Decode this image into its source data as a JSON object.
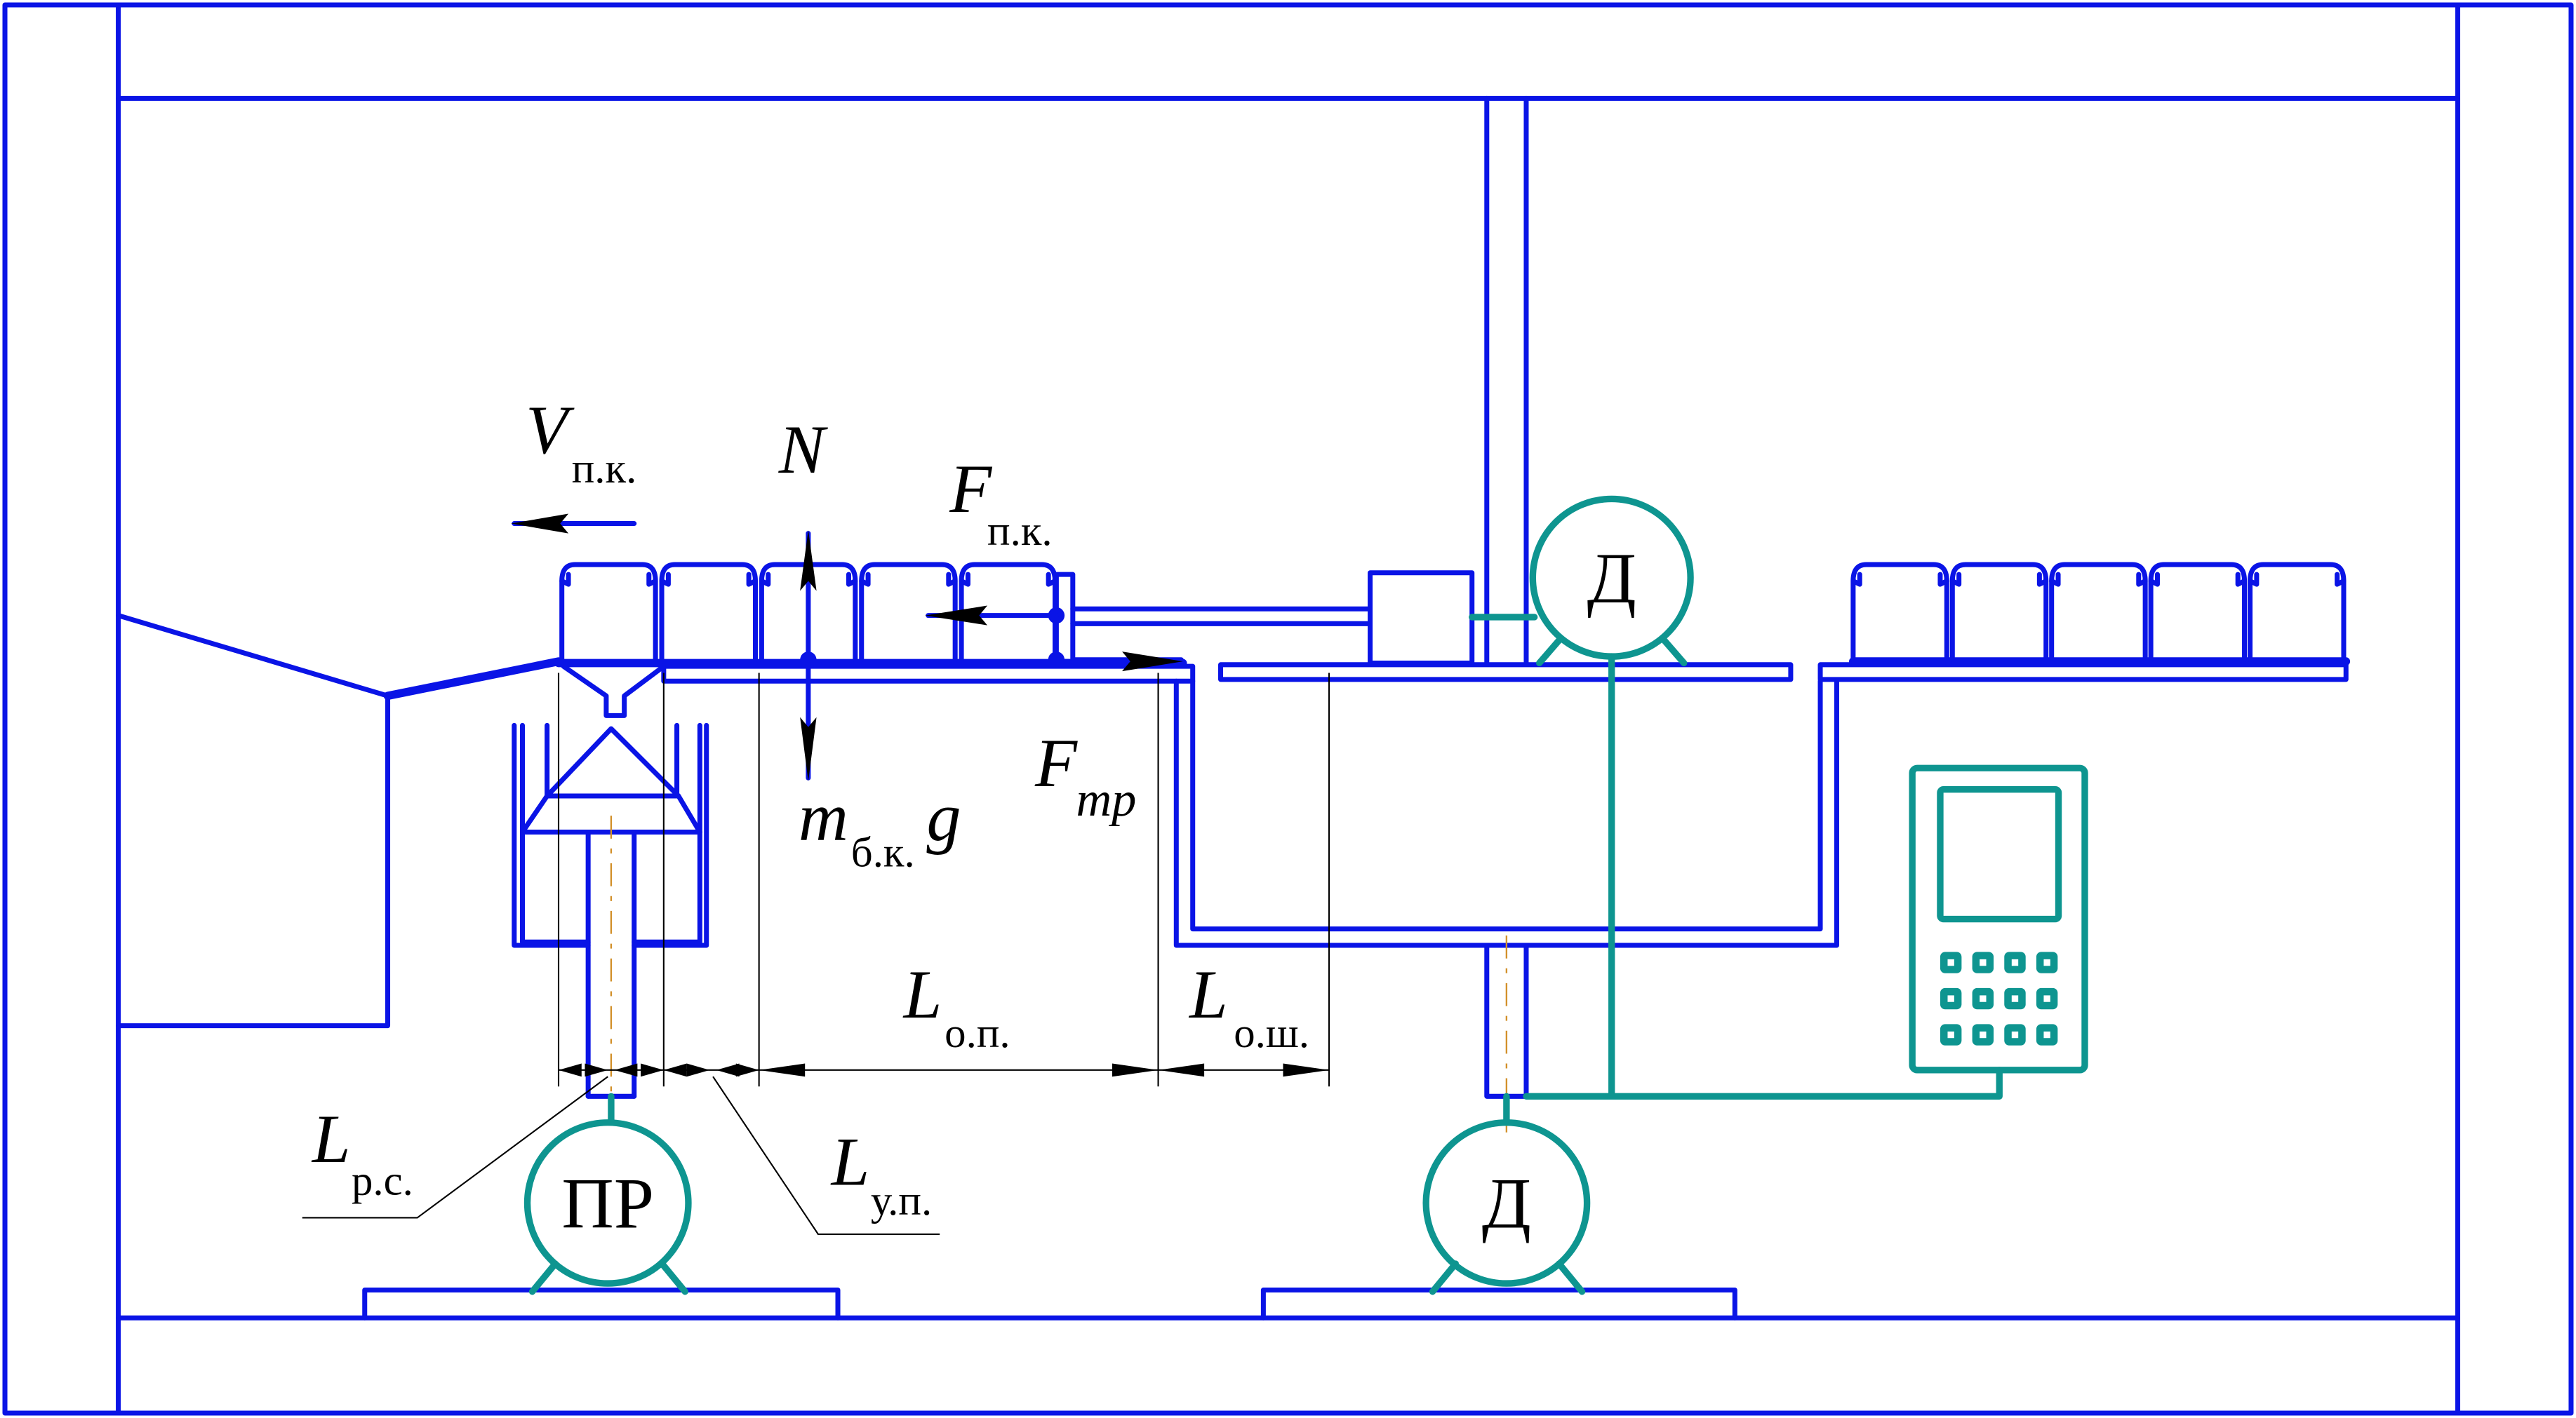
{
  "diagram": {
    "type": "technical schematic",
    "description": "Cup conveyor with pusher, dosing unit and motors",
    "colors": {
      "structure": "#0a14e6",
      "drives_and_control": "#0e9590",
      "annotations": "#000000",
      "centerline": "#d2902a"
    },
    "labels": {
      "velocity": {
        "main": "V",
        "sub": "п.к."
      },
      "normal_force": {
        "main": "N"
      },
      "pusher_force": {
        "main": "F",
        "sub": "п.к."
      },
      "gravity": {
        "main": "m",
        "sub": "б.к.",
        "suffix": "g"
      },
      "friction_force": {
        "main": "F",
        "sub": "mp"
      },
      "length_op": {
        "main": "L",
        "sub": "о.п."
      },
      "length_osh": {
        "main": "L",
        "sub": "о.ш."
      },
      "length_rs": {
        "main": "L",
        "sub": "р.с."
      },
      "length_up": {
        "main": "L",
        "sub": "у.п."
      }
    },
    "components": {
      "motor_top": "Д",
      "motor_bottom": "Д",
      "converter": "ПР",
      "controller": "control-panel",
      "keypad_rows": 3,
      "keypad_cols": 4
    },
    "cups_left_count": 5,
    "cups_right_count": 5
  }
}
